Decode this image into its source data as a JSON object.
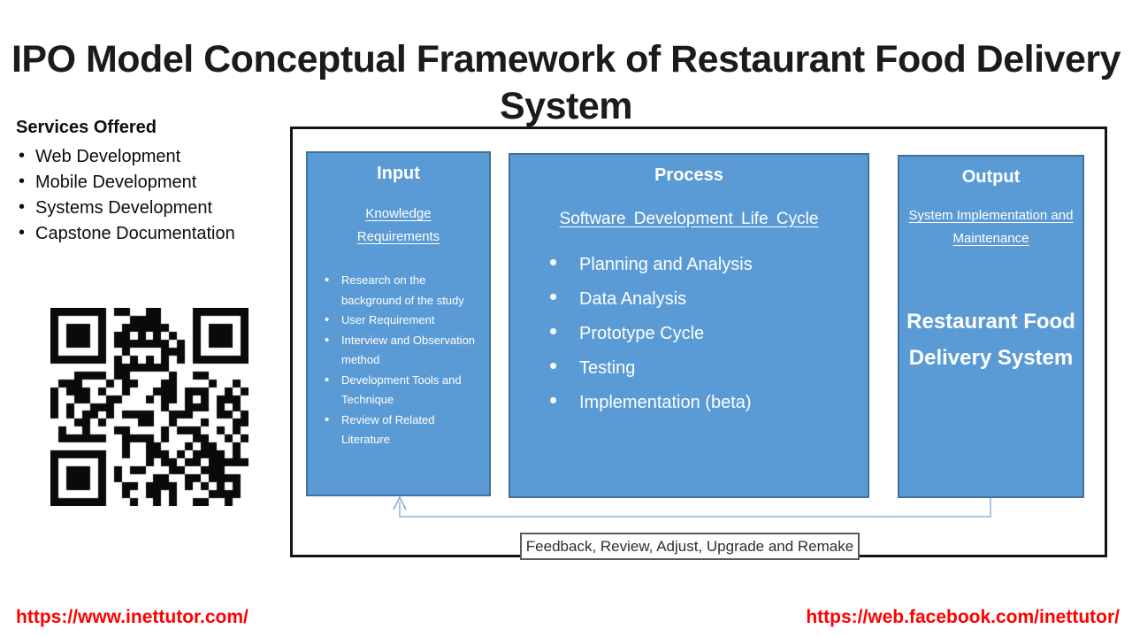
{
  "title": "IPO Model Conceptual Framework of Restaurant Food Delivery System",
  "services": {
    "heading": "Services Offered",
    "items": [
      "Web Development",
      "Mobile Development",
      "Systems Development",
      "Capstone Documentation"
    ]
  },
  "diagram": {
    "input": {
      "title": "Input",
      "subtitle": "Knowledge Requirements",
      "bullets": [
        "Research on the background of the study",
        "User Requirement",
        "Interview and Observation method",
        "Development Tools and Technique",
        "Review of Related Literature"
      ]
    },
    "process": {
      "title": "Process",
      "subtitle": "Software Development Life Cycle",
      "bullets": [
        "Planning and Analysis",
        "Data Analysis",
        "Prototype Cycle",
        "Testing",
        "Implementation (beta)"
      ]
    },
    "output": {
      "title": "Output",
      "subtitle": "System Implementation and Maintenance",
      "result": "Restaurant Food Delivery System"
    },
    "feedback_label": "Feedback, Review, Adjust, Upgrade and Remake"
  },
  "footer": {
    "left_url": "https://www.inettutor.com/",
    "right_url": "https://web.facebook.com/inettutor/"
  },
  "colors": {
    "box_fill": "#5B9BD5",
    "box_border": "#41719C",
    "connector_line": "#A9C6E6",
    "arrowhead": "#86AEDC",
    "frame_border": "#141414",
    "url_red": "#FF0000"
  },
  "icons": {
    "qr_code": "qr-code",
    "arrow_up": "arrow-up-icon"
  }
}
